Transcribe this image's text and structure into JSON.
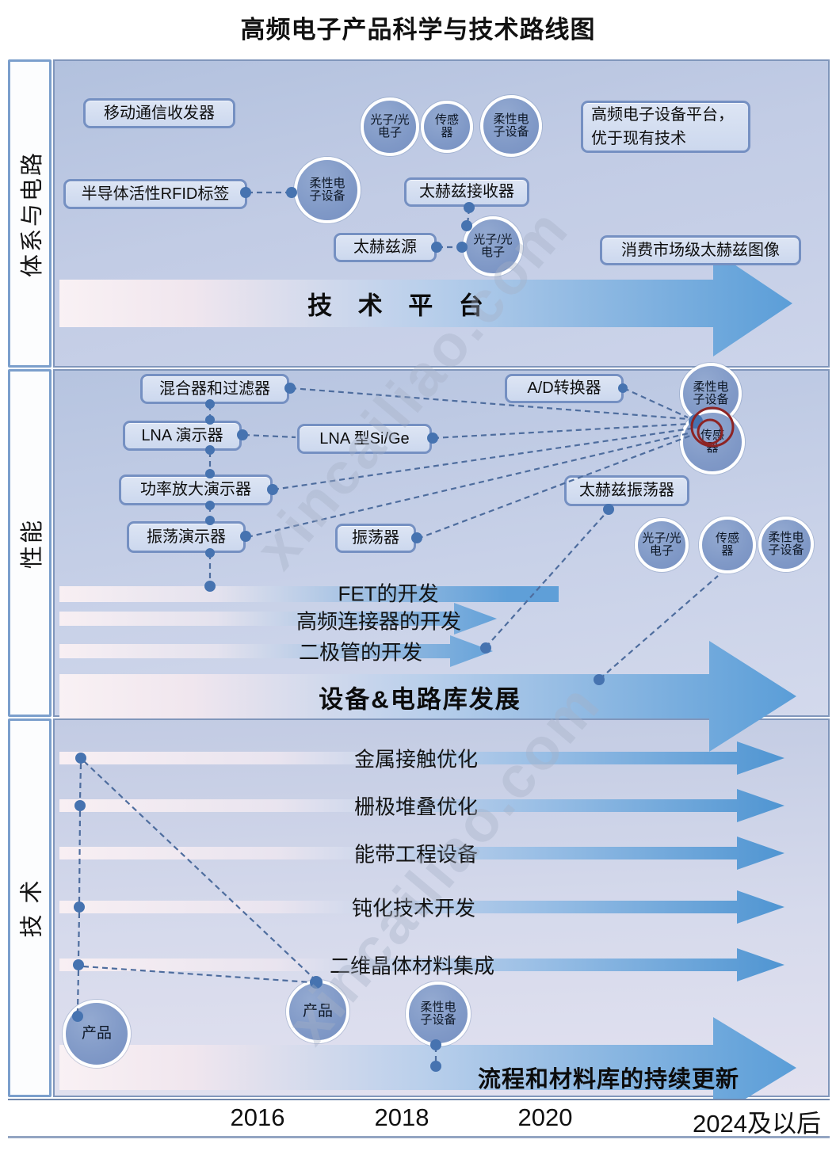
{
  "title": "高频电子产品科学与技术路线图",
  "watermark": "xincailiao.com",
  "timeline": {
    "labels": [
      "2016",
      "2018",
      "2020",
      "2024及以后"
    ]
  },
  "colors": {
    "arrow_blue": "#5d9fd6",
    "node_border": "#7590c2",
    "circle_fill": "#8099c7",
    "dashed_line": "#4e6d9e",
    "highlight_ring": "#8d2424",
    "band_bg": "#c2cce5"
  },
  "bands": [
    {
      "label": "体系与电路",
      "boxes": [
        {
          "label": "移动通信收发器"
        },
        {
          "label": "半导体活性RFID标签"
        },
        {
          "label": "太赫兹接收器"
        },
        {
          "label": "太赫兹源"
        },
        {
          "label": "高频电子设备平台，优于现有技术"
        },
        {
          "label": "消费市场级太赫兹图像"
        }
      ],
      "circles": [
        {
          "label": "光子/光电子"
        },
        {
          "label": "传感器"
        },
        {
          "label": "柔性电子设备"
        },
        {
          "label": "柔性电子设备"
        },
        {
          "label": "光子/光电子"
        }
      ],
      "arrow_label": "技 术 平 台"
    },
    {
      "label": "性能",
      "boxes": [
        {
          "label": "混合器和过滤器"
        },
        {
          "label": "LNA 演示器"
        },
        {
          "label": "LNA 型Si/Ge"
        },
        {
          "label": "功率放大演示器"
        },
        {
          "label": "振荡演示器"
        },
        {
          "label": "振荡器"
        },
        {
          "label": "A/D转换器"
        },
        {
          "label": "太赫兹振荡器"
        }
      ],
      "circles": [
        {
          "label": "柔性电子设备"
        },
        {
          "label": "传感器"
        },
        {
          "label": "光子/光电子"
        },
        {
          "label": "传感器"
        },
        {
          "label": "柔性电子设备"
        }
      ],
      "dev_arrows": [
        {
          "label": "FET的开发"
        },
        {
          "label": "高频连接器的开发"
        },
        {
          "label": "二极管的开发"
        }
      ],
      "arrow_label": "设备&电路库发展"
    },
    {
      "label": "技  术",
      "dev_arrows": [
        {
          "label": "金属接触优化"
        },
        {
          "label": "栅极堆叠优化"
        },
        {
          "label": "能带工程设备"
        },
        {
          "label": "钝化技术开发"
        },
        {
          "label": "二维晶体材料集成"
        }
      ],
      "circles": [
        {
          "label": "产品"
        },
        {
          "label": "产品"
        },
        {
          "label": "柔性电子设备"
        }
      ],
      "arrow_label": "流程和材料库的持续更新"
    }
  ]
}
